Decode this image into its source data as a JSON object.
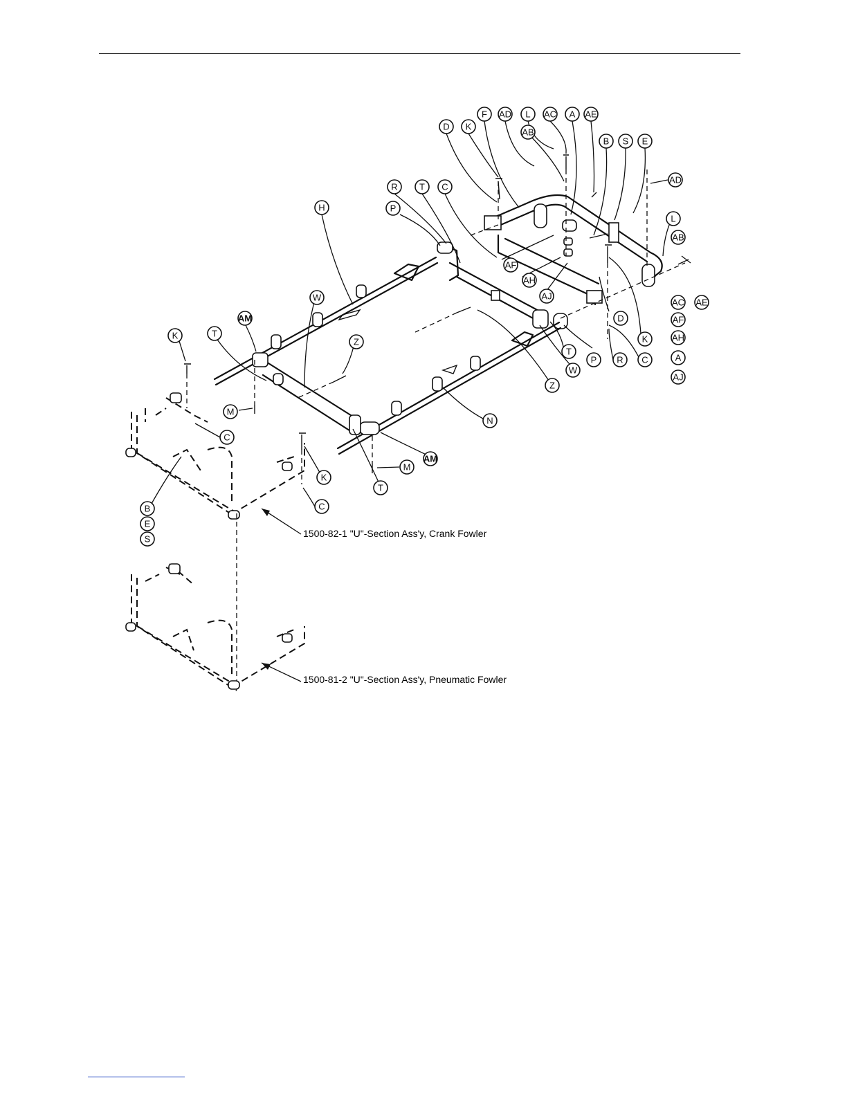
{
  "captions": {
    "crank": "1500-82-1 \"U\"-Section Ass'y, Crank Fowler",
    "pneumatic": "1500-81-2 \"U\"-Section Ass'y, Pneumatic Fowler"
  },
  "callouts": {
    "F": "F",
    "AD": "AD",
    "L": "L",
    "AC": "AC",
    "A": "A",
    "AE": "AE",
    "D": "D",
    "K": "K",
    "AB": "AB",
    "B": "B",
    "S": "S",
    "E": "E",
    "R": "R",
    "T": "T",
    "C": "C",
    "P": "P",
    "H": "H",
    "AF": "AF",
    "AH": "AH",
    "AJ": "AJ",
    "W": "W",
    "AM": "AM",
    "Z": "Z",
    "M": "M",
    "N": "N"
  }
}
